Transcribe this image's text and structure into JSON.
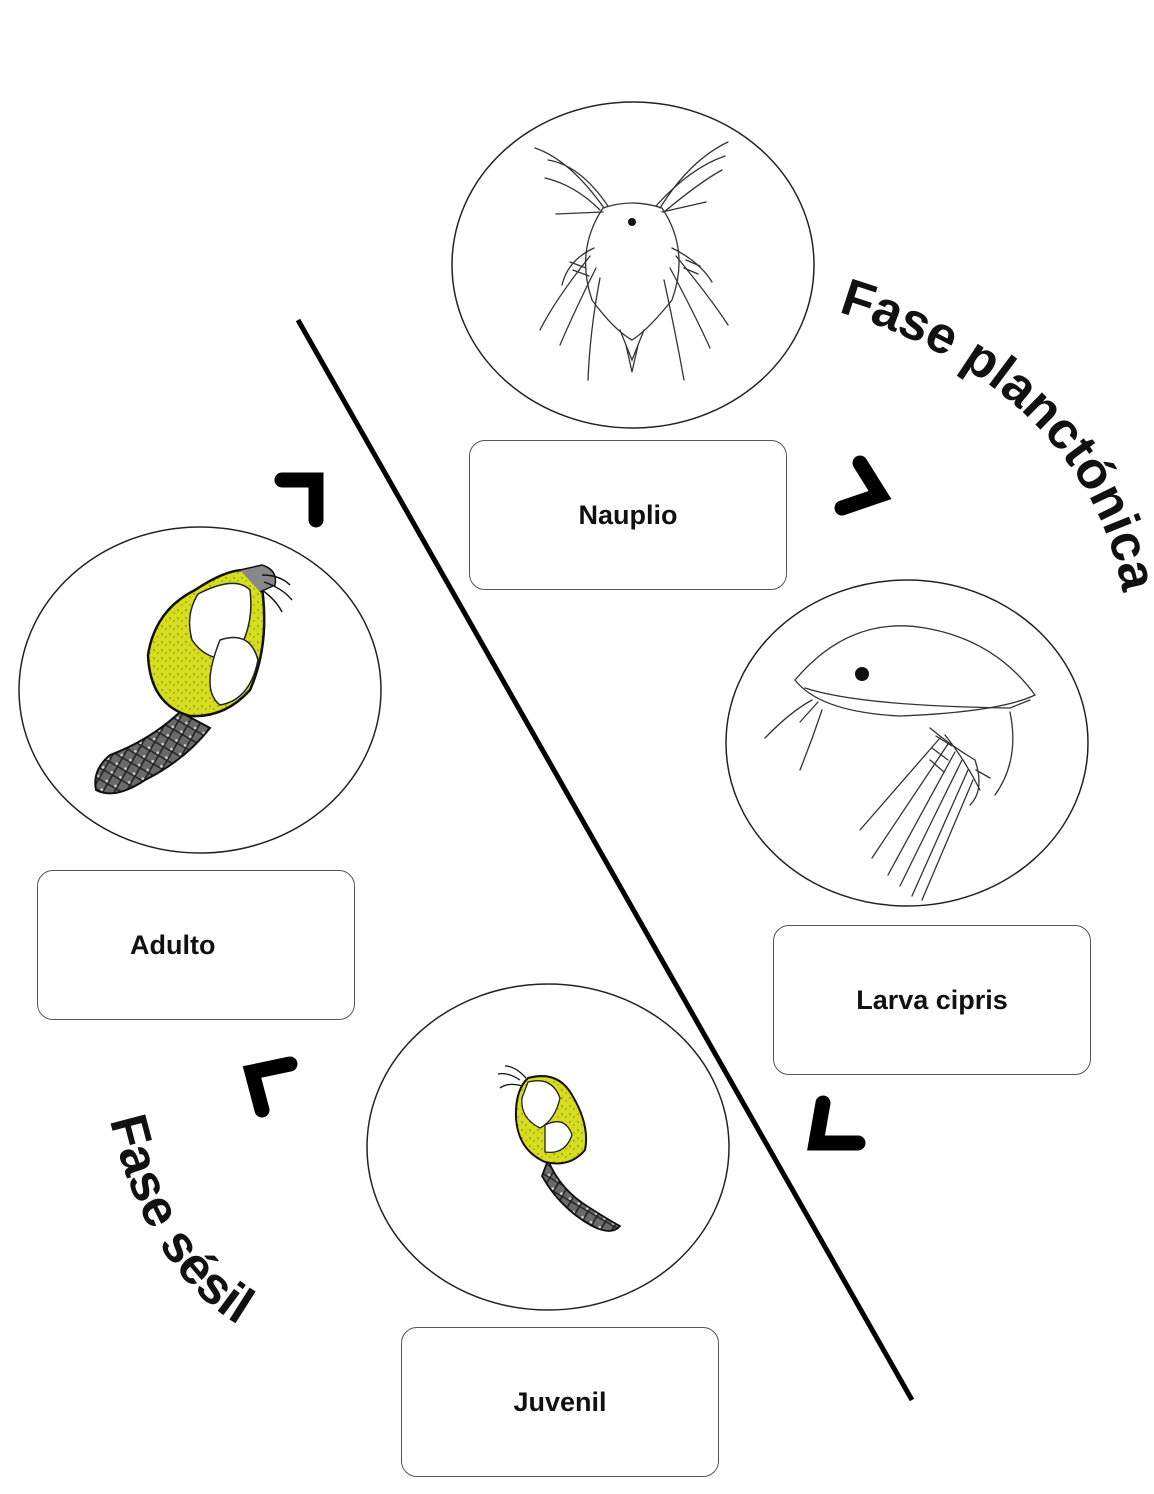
{
  "stages": {
    "nauplio": "Nauplio",
    "larva_cipris": "Larva cipris",
    "juvenil": "Juvenil",
    "adulto": "Adulto"
  },
  "phases": {
    "planktonic": "Fase planctónica",
    "sessile": "Fase sésil"
  },
  "colors": {
    "body_yellow": "#d6dc1e",
    "outline": "#222222"
  }
}
